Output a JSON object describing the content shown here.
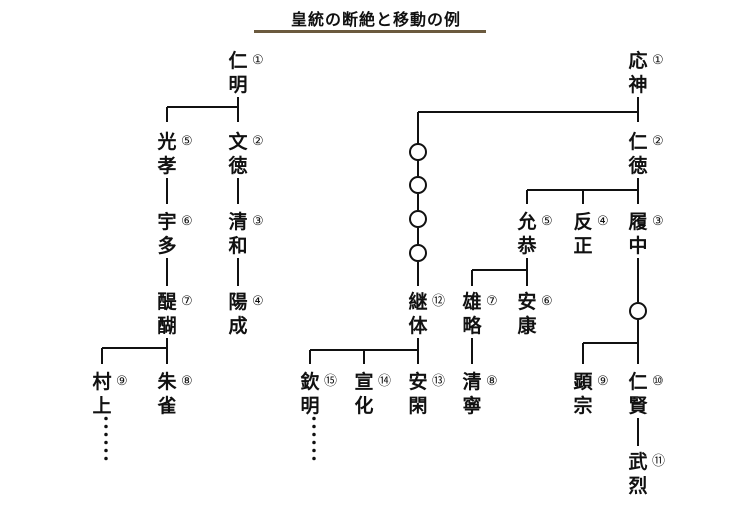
{
  "title": "皇統の断絶と移動の例",
  "lines": {
    "heian": {
      "nodes": [
        {
          "id": "nimmyo",
          "name": "仁明",
          "number": "①"
        },
        {
          "id": "montoku",
          "name": "文徳",
          "number": "②"
        },
        {
          "id": "seiwa",
          "name": "清和",
          "number": "③"
        },
        {
          "id": "yozei",
          "name": "陽成",
          "number": "④"
        },
        {
          "id": "koko",
          "name": "光孝",
          "number": "⑤"
        },
        {
          "id": "uda",
          "name": "宇多",
          "number": "⑥"
        },
        {
          "id": "daigo",
          "name": "醍醐",
          "number": "⑦"
        },
        {
          "id": "suzaku",
          "name": "朱雀",
          "number": "⑧"
        },
        {
          "id": "murakami",
          "name": "村上",
          "number": "⑨"
        }
      ],
      "continuation": "……"
    },
    "keitai": {
      "unnamed_generations": 4,
      "nodes": [
        {
          "id": "keitai",
          "name": "継体",
          "number": "⑫"
        },
        {
          "id": "ankan",
          "name": "安閑",
          "number": "⑬"
        },
        {
          "id": "senka",
          "name": "宣化",
          "number": "⑭"
        },
        {
          "id": "kinmei",
          "name": "欽明",
          "number": "⑮"
        }
      ],
      "continuation": "……"
    },
    "ojin": {
      "nodes": [
        {
          "id": "ojin",
          "name": "応神",
          "number": "①"
        },
        {
          "id": "nintoku",
          "name": "仁徳",
          "number": "②"
        },
        {
          "id": "richu",
          "name": "履中",
          "number": "③"
        },
        {
          "id": "hanzei",
          "name": "反正",
          "number": "④"
        },
        {
          "id": "ingyo",
          "name": "允恭",
          "number": "⑤"
        },
        {
          "id": "anko",
          "name": "安康",
          "number": "⑥"
        },
        {
          "id": "yuryaku",
          "name": "雄略",
          "number": "⑦"
        },
        {
          "id": "seinei",
          "name": "清寧",
          "number": "⑧"
        },
        {
          "id": "kenzo",
          "name": "顕宗",
          "number": "⑨"
        },
        {
          "id": "ninken",
          "name": "仁賢",
          "number": "⑩"
        },
        {
          "id": "buretsu",
          "name": "武烈",
          "number": "⑪"
        }
      ]
    }
  },
  "colors": {
    "line": "#111111",
    "title_rule": "#6b5a3e"
  }
}
